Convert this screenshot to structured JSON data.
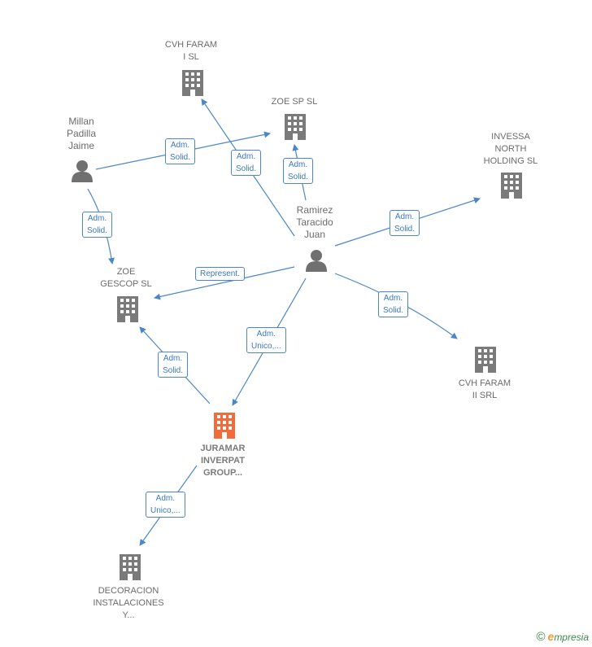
{
  "colors": {
    "edge": "#4a86c8",
    "company_icon": "#7a7a7a",
    "focus_icon": "#f26b3a",
    "person_icon": "#707070"
  },
  "nodes": {
    "cvh_faram_i": {
      "label": "CVH FARAM\nI  SL",
      "icon": "building-icon"
    },
    "zoe_sp": {
      "label": "ZOE SP  SL",
      "icon": "building-icon"
    },
    "invessa": {
      "label": "INVESSA\nNORTH\nHOLDING  SL",
      "icon": "building-icon"
    },
    "millan": {
      "label": "Millan\nPadilla\nJaime",
      "icon": "person-icon"
    },
    "ramirez": {
      "label": "Ramirez\nTaracido\nJuan",
      "icon": "person-icon"
    },
    "zoe_gescop": {
      "label": "ZOE\nGESCOP  SL",
      "icon": "building-icon"
    },
    "cvh_faram_ii": {
      "label": "CVH FARAM\nII SRL",
      "icon": "building-icon"
    },
    "juramar": {
      "label": "JURAMAR\nINVERPAT\nGROUP...",
      "icon": "building-icon"
    },
    "decoracion": {
      "label": "DECORACION\nINSTALACIONES\nY...",
      "icon": "building-icon"
    }
  },
  "edges": [
    {
      "id": "millan-zoesp",
      "label": "Adm.\nSolid."
    },
    {
      "id": "millan-zoegescop",
      "label": "Adm.\nSolid."
    },
    {
      "id": "ramirez-cvhfaram1",
      "label": "Adm.\nSolid."
    },
    {
      "id": "ramirez-zoesp",
      "label": "Adm.\nSolid."
    },
    {
      "id": "ramirez-invessa",
      "label": "Adm.\nSolid."
    },
    {
      "id": "ramirez-zoegescop",
      "label": "Represent."
    },
    {
      "id": "ramirez-cvhfaram2",
      "label": "Adm.\nSolid."
    },
    {
      "id": "ramirez-juramar",
      "label": "Adm.\nUnico,..."
    },
    {
      "id": "juramar-zoegescop",
      "label": "Adm.\nSolid."
    },
    {
      "id": "juramar-decoracion",
      "label": "Adm.\nUnico,..."
    }
  ],
  "brand": {
    "copyright": "©",
    "name_initial": "e",
    "name_rest": "mpresia"
  }
}
